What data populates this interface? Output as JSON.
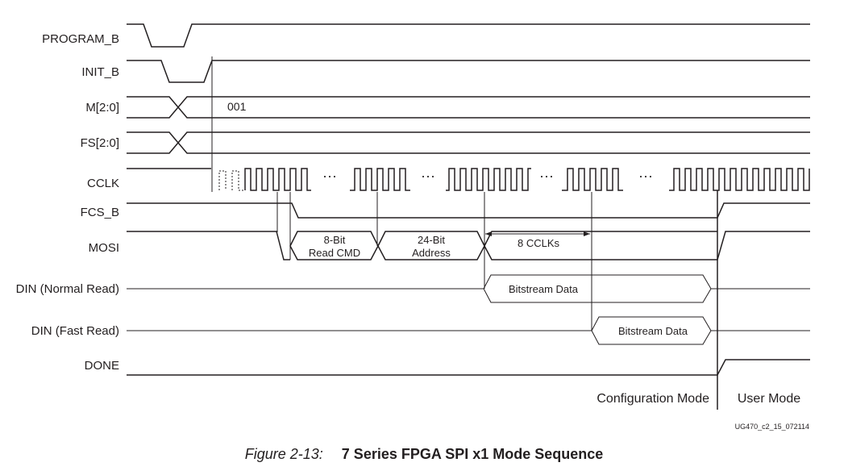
{
  "signals": {
    "program_b": "PROGRAM_B",
    "init_b": "INIT_B",
    "m": "M[2:0]",
    "fs": "FS[2:0]",
    "cclk": "CCLK",
    "fcs_b": "FCS_B",
    "mosi": "MOSI",
    "din_normal": "DIN (Normal Read)",
    "din_fast": "DIN (Fast Read)",
    "done": "DONE"
  },
  "values": {
    "m_value": "001",
    "ellipsis": "···"
  },
  "boxes": {
    "read_cmd_line1": "8-Bit",
    "read_cmd_line2": "Read CMD",
    "address_line1": "24-Bit",
    "address_line2": "Address",
    "dummy_clocks": "8 CCLKs",
    "bitstream_normal": "Bitstream Data",
    "bitstream_fast": "Bitstream Data"
  },
  "modes": {
    "configuration": "Configuration Mode",
    "user": "User Mode"
  },
  "reference": "UG470_c2_15_072114",
  "figure": {
    "number": "Figure 2-13:",
    "title": "7 Series FPGA SPI x1 Mode Sequence"
  }
}
